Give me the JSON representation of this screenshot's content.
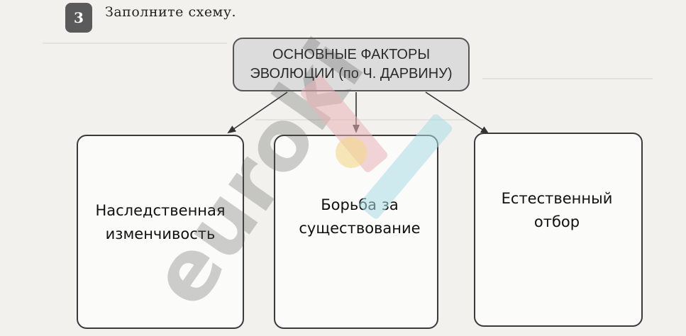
{
  "task": {
    "number": "3",
    "title": "Заполните схему."
  },
  "diagram": {
    "root": {
      "line1": "ОСНОВНЫЕ ФАКТОРЫ",
      "line2": "ЭВОЛЮЦИИ (по Ч. ДАРВИНУ)"
    },
    "answers": [
      {
        "line1": "Наследственная",
        "line2": "изменчивость"
      },
      {
        "line1": "Борьба за",
        "line2": "существование"
      },
      {
        "line1": "Естественный",
        "line2": "отбор"
      }
    ]
  },
  "watermark": {
    "text": "euroki",
    "colors": [
      "#e9b3b7",
      "#f3d98a",
      "#a9dce6"
    ]
  }
}
